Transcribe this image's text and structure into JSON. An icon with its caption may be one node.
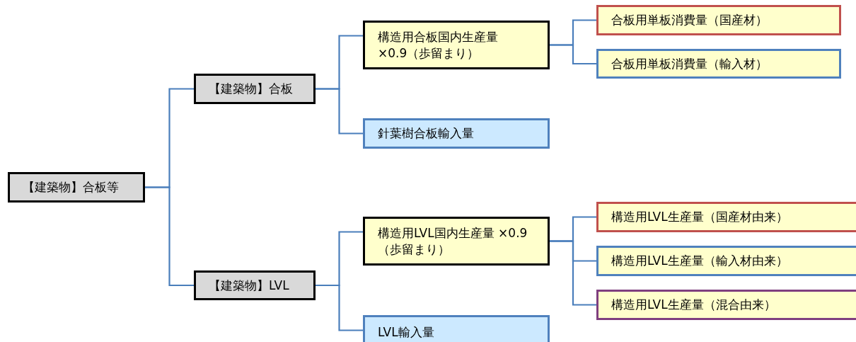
{
  "diagram": {
    "nodes": [
      {
        "text": [
          "【建築物】合板等"
        ]
      },
      {
        "text": [
          "【建築物】合板"
        ]
      },
      {
        "text": [
          "構造用合板国内生産量 ×0.9（歩留まり）"
        ]
      },
      {
        "text": [
          "合板用単板消費量（国産材）"
        ]
      },
      {
        "text": [
          "合板用単板消費量（輸入材）"
        ]
      },
      {
        "text": [
          "針葉樹合板輸入量"
        ]
      },
      {
        "text": [
          "【建築物】LVL"
        ]
      },
      {
        "text": [
          "構造用LVL国内生産量 ×0.9（歩留まり）"
        ]
      },
      {
        "text": [
          "構造用LVL生産量（国産材由来）"
        ]
      },
      {
        "text": [
          "構造用LVL生産量（輸入材由来）"
        ]
      },
      {
        "text": [
          "構造用LVL生産量（混合由来）"
        ]
      },
      {
        "text": [
          "LVL輸入量"
        ]
      }
    ],
    "edges": [
      {
        "from": 0,
        "to": 1,
        "arrow": "none"
      },
      {
        "from": 0,
        "to": 6,
        "arrow": "none"
      },
      {
        "from": 1,
        "to": 2,
        "arrow": "none"
      },
      {
        "from": 1,
        "to": 5,
        "arrow": "none"
      },
      {
        "from": 2,
        "to": 3,
        "arrow": "none"
      },
      {
        "from": 2,
        "to": 4,
        "arrow": "none"
      },
      {
        "from": 6,
        "to": 7,
        "arrow": "none"
      },
      {
        "from": 6,
        "to": 11,
        "arrow": "none"
      },
      {
        "from": 7,
        "to": 8,
        "arrow": "none"
      },
      {
        "from": 7,
        "to": 9,
        "arrow": "none"
      },
      {
        "from": 7,
        "to": 10,
        "arrow": "none"
      }
    ]
  }
}
